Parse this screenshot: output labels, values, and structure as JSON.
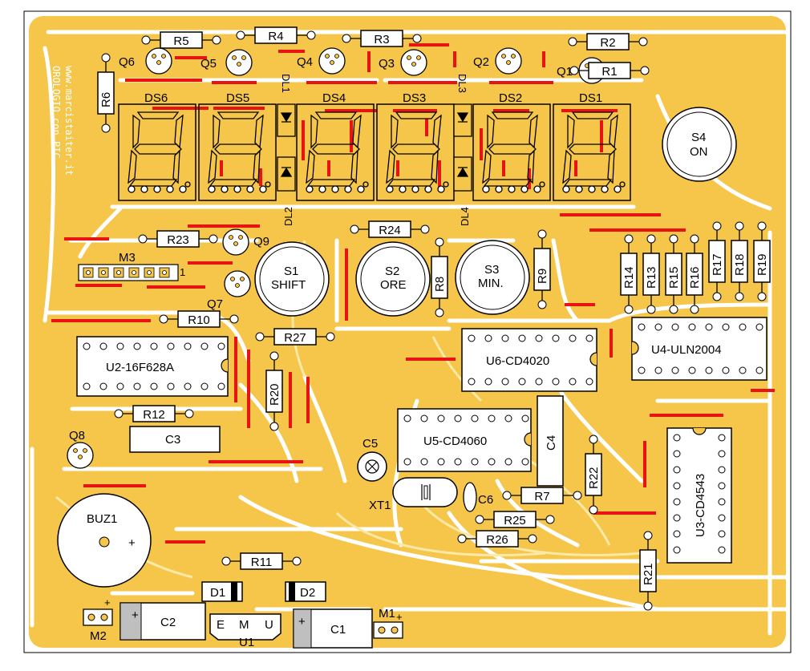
{
  "board": {
    "side_text": [
      "OROLOGIO con PIC",
      "www.marcistaiter.it"
    ],
    "colors": {
      "copper": "#F6C64A",
      "background": "#ffffff",
      "silk": "#000000",
      "jumper": "#E81414"
    }
  },
  "components": {
    "resistors": [
      {
        "id": "r1",
        "label": "R1"
      },
      {
        "id": "r2",
        "label": "R2"
      },
      {
        "id": "r3",
        "label": "R3"
      },
      {
        "id": "r4",
        "label": "R4"
      },
      {
        "id": "r5",
        "label": "R5"
      },
      {
        "id": "r6",
        "label": "R6"
      },
      {
        "id": "r7",
        "label": "R7"
      },
      {
        "id": "r8",
        "label": "R8"
      },
      {
        "id": "r9",
        "label": "R9"
      },
      {
        "id": "r10",
        "label": "R10"
      },
      {
        "id": "r11",
        "label": "R11"
      },
      {
        "id": "r12",
        "label": "R12"
      },
      {
        "id": "r13",
        "label": "R13"
      },
      {
        "id": "r14",
        "label": "R14"
      },
      {
        "id": "r15",
        "label": "R15"
      },
      {
        "id": "r16",
        "label": "R16"
      },
      {
        "id": "r17",
        "label": "R17"
      },
      {
        "id": "r18",
        "label": "R18"
      },
      {
        "id": "r19",
        "label": "R19"
      },
      {
        "id": "r20",
        "label": "R20"
      },
      {
        "id": "r21",
        "label": "R21"
      },
      {
        "id": "r22",
        "label": "R22"
      },
      {
        "id": "r23",
        "label": "R23"
      },
      {
        "id": "r24",
        "label": "R24"
      },
      {
        "id": "r25",
        "label": "R25"
      },
      {
        "id": "r26",
        "label": "R26"
      },
      {
        "id": "r27",
        "label": "R27"
      }
    ],
    "transistors": [
      "Q1",
      "Q2",
      "Q3",
      "Q4",
      "Q5",
      "Q6",
      "Q7",
      "Q8",
      "Q9"
    ],
    "displays": [
      "DS1",
      "DS2",
      "DS3",
      "DS4",
      "DS5",
      "DS6"
    ],
    "leds": [
      "DL1",
      "DL2",
      "DL3",
      "DL4"
    ],
    "switches": [
      {
        "id": "s1",
        "label": "S1",
        "sub": "SHIFT"
      },
      {
        "id": "s2",
        "label": "S2",
        "sub": "ORE"
      },
      {
        "id": "s3",
        "label": "S3",
        "sub": "MIN."
      },
      {
        "id": "s4",
        "label": "S4",
        "sub": "ON"
      }
    ],
    "ics": [
      {
        "id": "u2",
        "label": "U2-16F628A"
      },
      {
        "id": "u3",
        "label": "U3-CD4543"
      },
      {
        "id": "u4",
        "label": "U4-ULN2004"
      },
      {
        "id": "u5",
        "label": "U5-CD4060"
      },
      {
        "id": "u6",
        "label": "U6-CD4020"
      }
    ],
    "capacitors": [
      "C1",
      "C2",
      "C3",
      "C4",
      "C5",
      "C6"
    ],
    "diodes": [
      "D1",
      "D2"
    ],
    "misc": {
      "m1": "M1",
      "m2": "M2",
      "m3": "M3",
      "xt1": "XT1",
      "buz1": "BUZ1",
      "u1": "U1",
      "u1_pins": [
        "E",
        "M",
        "U"
      ],
      "plus": "+",
      "pin1": "1"
    }
  }
}
